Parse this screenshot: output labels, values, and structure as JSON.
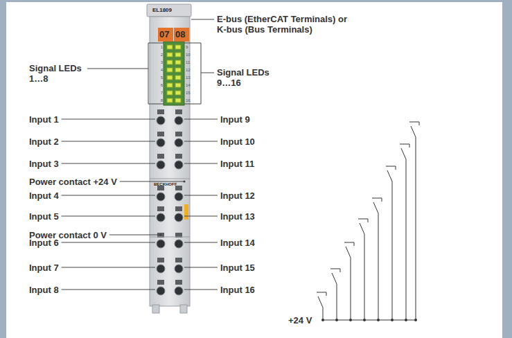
{
  "diagram": {
    "nodes": [
      {
        "text": [
          "07"
        ]
      },
      {
        "text": [
          "08"
        ]
      }
    ],
    "labels": [
      "EL1809",
      "E-bus (EtherCAT Terminals) or K-bus (Bus Terminals)",
      "Signal LEDs 1…8",
      "Signal LEDs 9…16",
      "Input 1",
      "Input 2",
      "Input 3",
      "Power contact +24 V",
      "Input 4",
      "Input 5",
      "Power contact 0 V",
      "Input 6",
      "Input 7",
      "Input 8",
      "Input 9",
      "Input 10",
      "Input 11",
      "Input 12",
      "Input 13",
      "Input 14",
      "Input 15",
      "Input 16",
      "BECKHOFF",
      "+24 V",
      "1",
      "2",
      "3",
      "4",
      "5",
      "6",
      "7",
      "8",
      "9",
      "10",
      "11",
      "12",
      "13",
      "14",
      "15",
      "16"
    ]
  }
}
